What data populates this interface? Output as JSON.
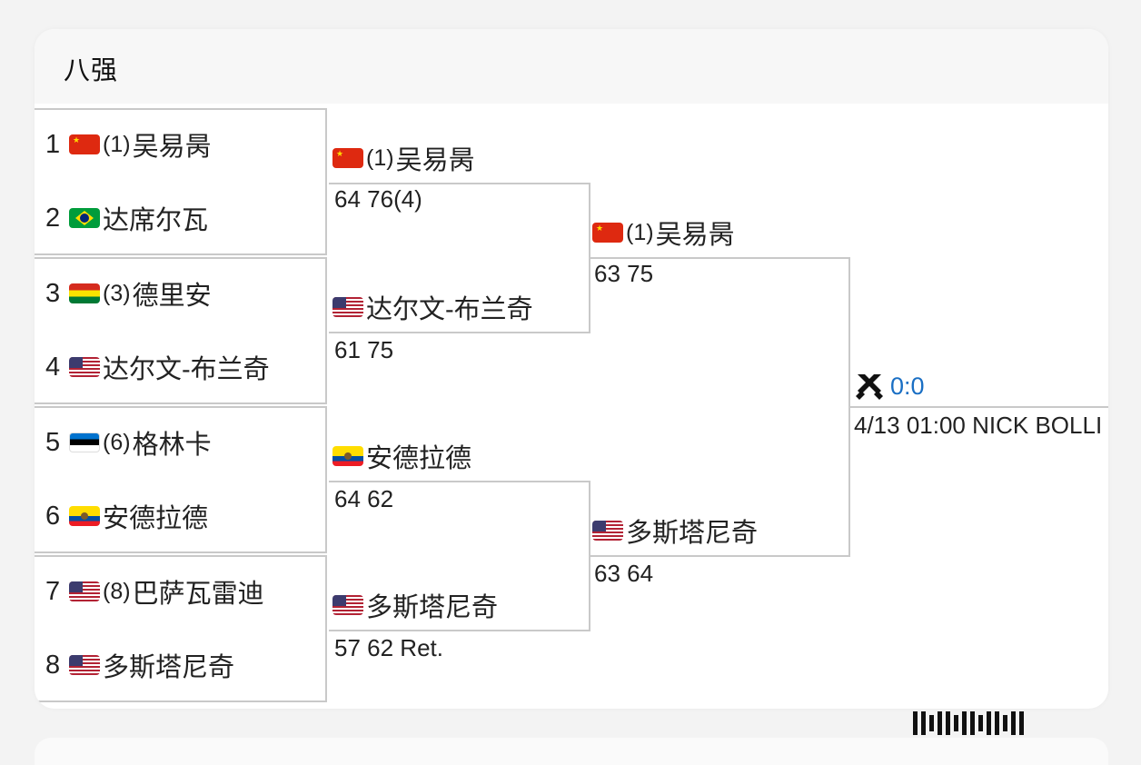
{
  "title": "八强",
  "round1": [
    {
      "num": "1",
      "flag": "cn-flag",
      "seed": "(1)",
      "name": "吴易昺"
    },
    {
      "num": "2",
      "flag": "br-flag",
      "seed": "",
      "name": "达席尔瓦"
    },
    {
      "num": "3",
      "flag": "bo-flag",
      "seed": "(3)",
      "name": "德里安"
    },
    {
      "num": "4",
      "flag": "us-flag",
      "seed": "",
      "name": "达尔文-布兰奇"
    },
    {
      "num": "5",
      "flag": "ee-flag",
      "seed": "(6)",
      "name": "格林卡"
    },
    {
      "num": "6",
      "flag": "ec-flag",
      "seed": "",
      "name": "安德拉德"
    },
    {
      "num": "7",
      "flag": "us-flag",
      "seed": "(8)",
      "name": "巴萨瓦雷迪"
    },
    {
      "num": "8",
      "flag": "us-flag",
      "seed": "",
      "name": "多斯塔尼奇"
    }
  ],
  "round2": [
    {
      "flag": "cn-flag",
      "seed": "(1)",
      "name": "吴易昺",
      "score": "64 76(4)"
    },
    {
      "flag": "us-flag",
      "seed": "",
      "name": "达尔文-布兰奇",
      "score": "61 75"
    },
    {
      "flag": "ec-flag",
      "seed": "",
      "name": "安德拉德",
      "score": "64 62"
    },
    {
      "flag": "us-flag",
      "seed": "",
      "name": "多斯塔尼奇",
      "score": "57 62 Ret."
    }
  ],
  "round3": [
    {
      "flag": "cn-flag",
      "seed": "(1)",
      "name": "吴易昺",
      "score": "63 75"
    },
    {
      "flag": "us-flag",
      "seed": "",
      "name": "多斯塔尼奇",
      "score": "63 64"
    }
  ],
  "final": {
    "icon": "crossed-swords-icon",
    "score": "0:0",
    "info": "4/13 01:00 NICK BOLLI",
    "score_color": "#1a6fc4"
  }
}
